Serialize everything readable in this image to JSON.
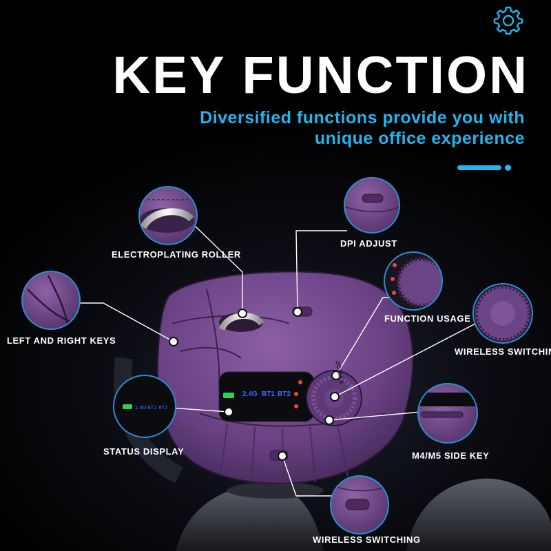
{
  "header": {
    "title": "KEY FUNCTION",
    "subtitle_line1": "Diversified functions provide you with",
    "subtitle_line2": "unique office experience",
    "accent_color": "#22b6ef"
  },
  "settings": {
    "icon": "gear-icon"
  },
  "callouts": {
    "electroplating_roller": "ELECTROPLATING ROLLER",
    "dpi_adjust": "DPI ADJUST",
    "function_usage": "FUNCTION USAGE",
    "left_right_keys": "LEFT AND RIGHT KEYS",
    "wireless_switching_top": "WIRELESS SWITCHING",
    "status_display": "STATUS DISPLAY",
    "side_key": "M4/M5  SIDE KEY",
    "wireless_switching_bottom": "WIRELESS SWITCHING"
  },
  "status_panel": {
    "modes": [
      "2.4G",
      "BT1",
      "BT2"
    ],
    "mode_color": "#3a6cff",
    "battery_color": "#35d04a"
  },
  "product": {
    "brand_mark": "JOMAA",
    "body_color": "#7a4f93"
  }
}
